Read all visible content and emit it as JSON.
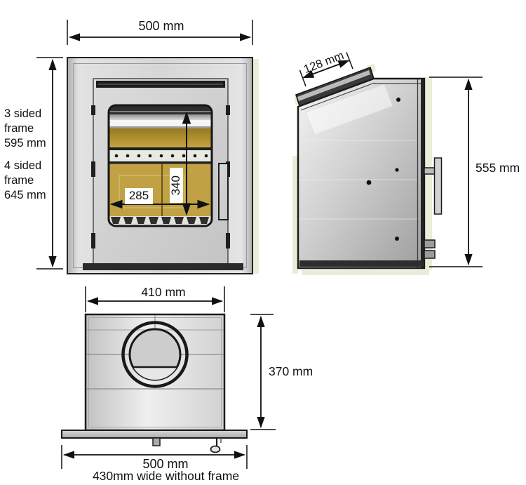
{
  "drawing": {
    "title": "Inset stove dimension drawing",
    "colors": {
      "gold_firebox": "#c0a144",
      "cream_shadow": "#ecedd9",
      "body_gray": "#d6d6d6",
      "line_black": "#111111"
    },
    "front_view": {
      "width_label": "500 mm",
      "frame_3_sided_label": "3 sided\nframe\n595 mm",
      "frame_4_sided_label": "4 sided\nframe\n645 mm",
      "glass_width_label": "285",
      "glass_height_label": "340"
    },
    "side_view": {
      "top_depth_label": "128 mm",
      "height_label": "555 mm"
    },
    "plan_view": {
      "body_width_label": "410 mm",
      "depth_label": "370 mm",
      "overall_width_label": "500 mm",
      "note": "430mm wide without frame"
    }
  }
}
